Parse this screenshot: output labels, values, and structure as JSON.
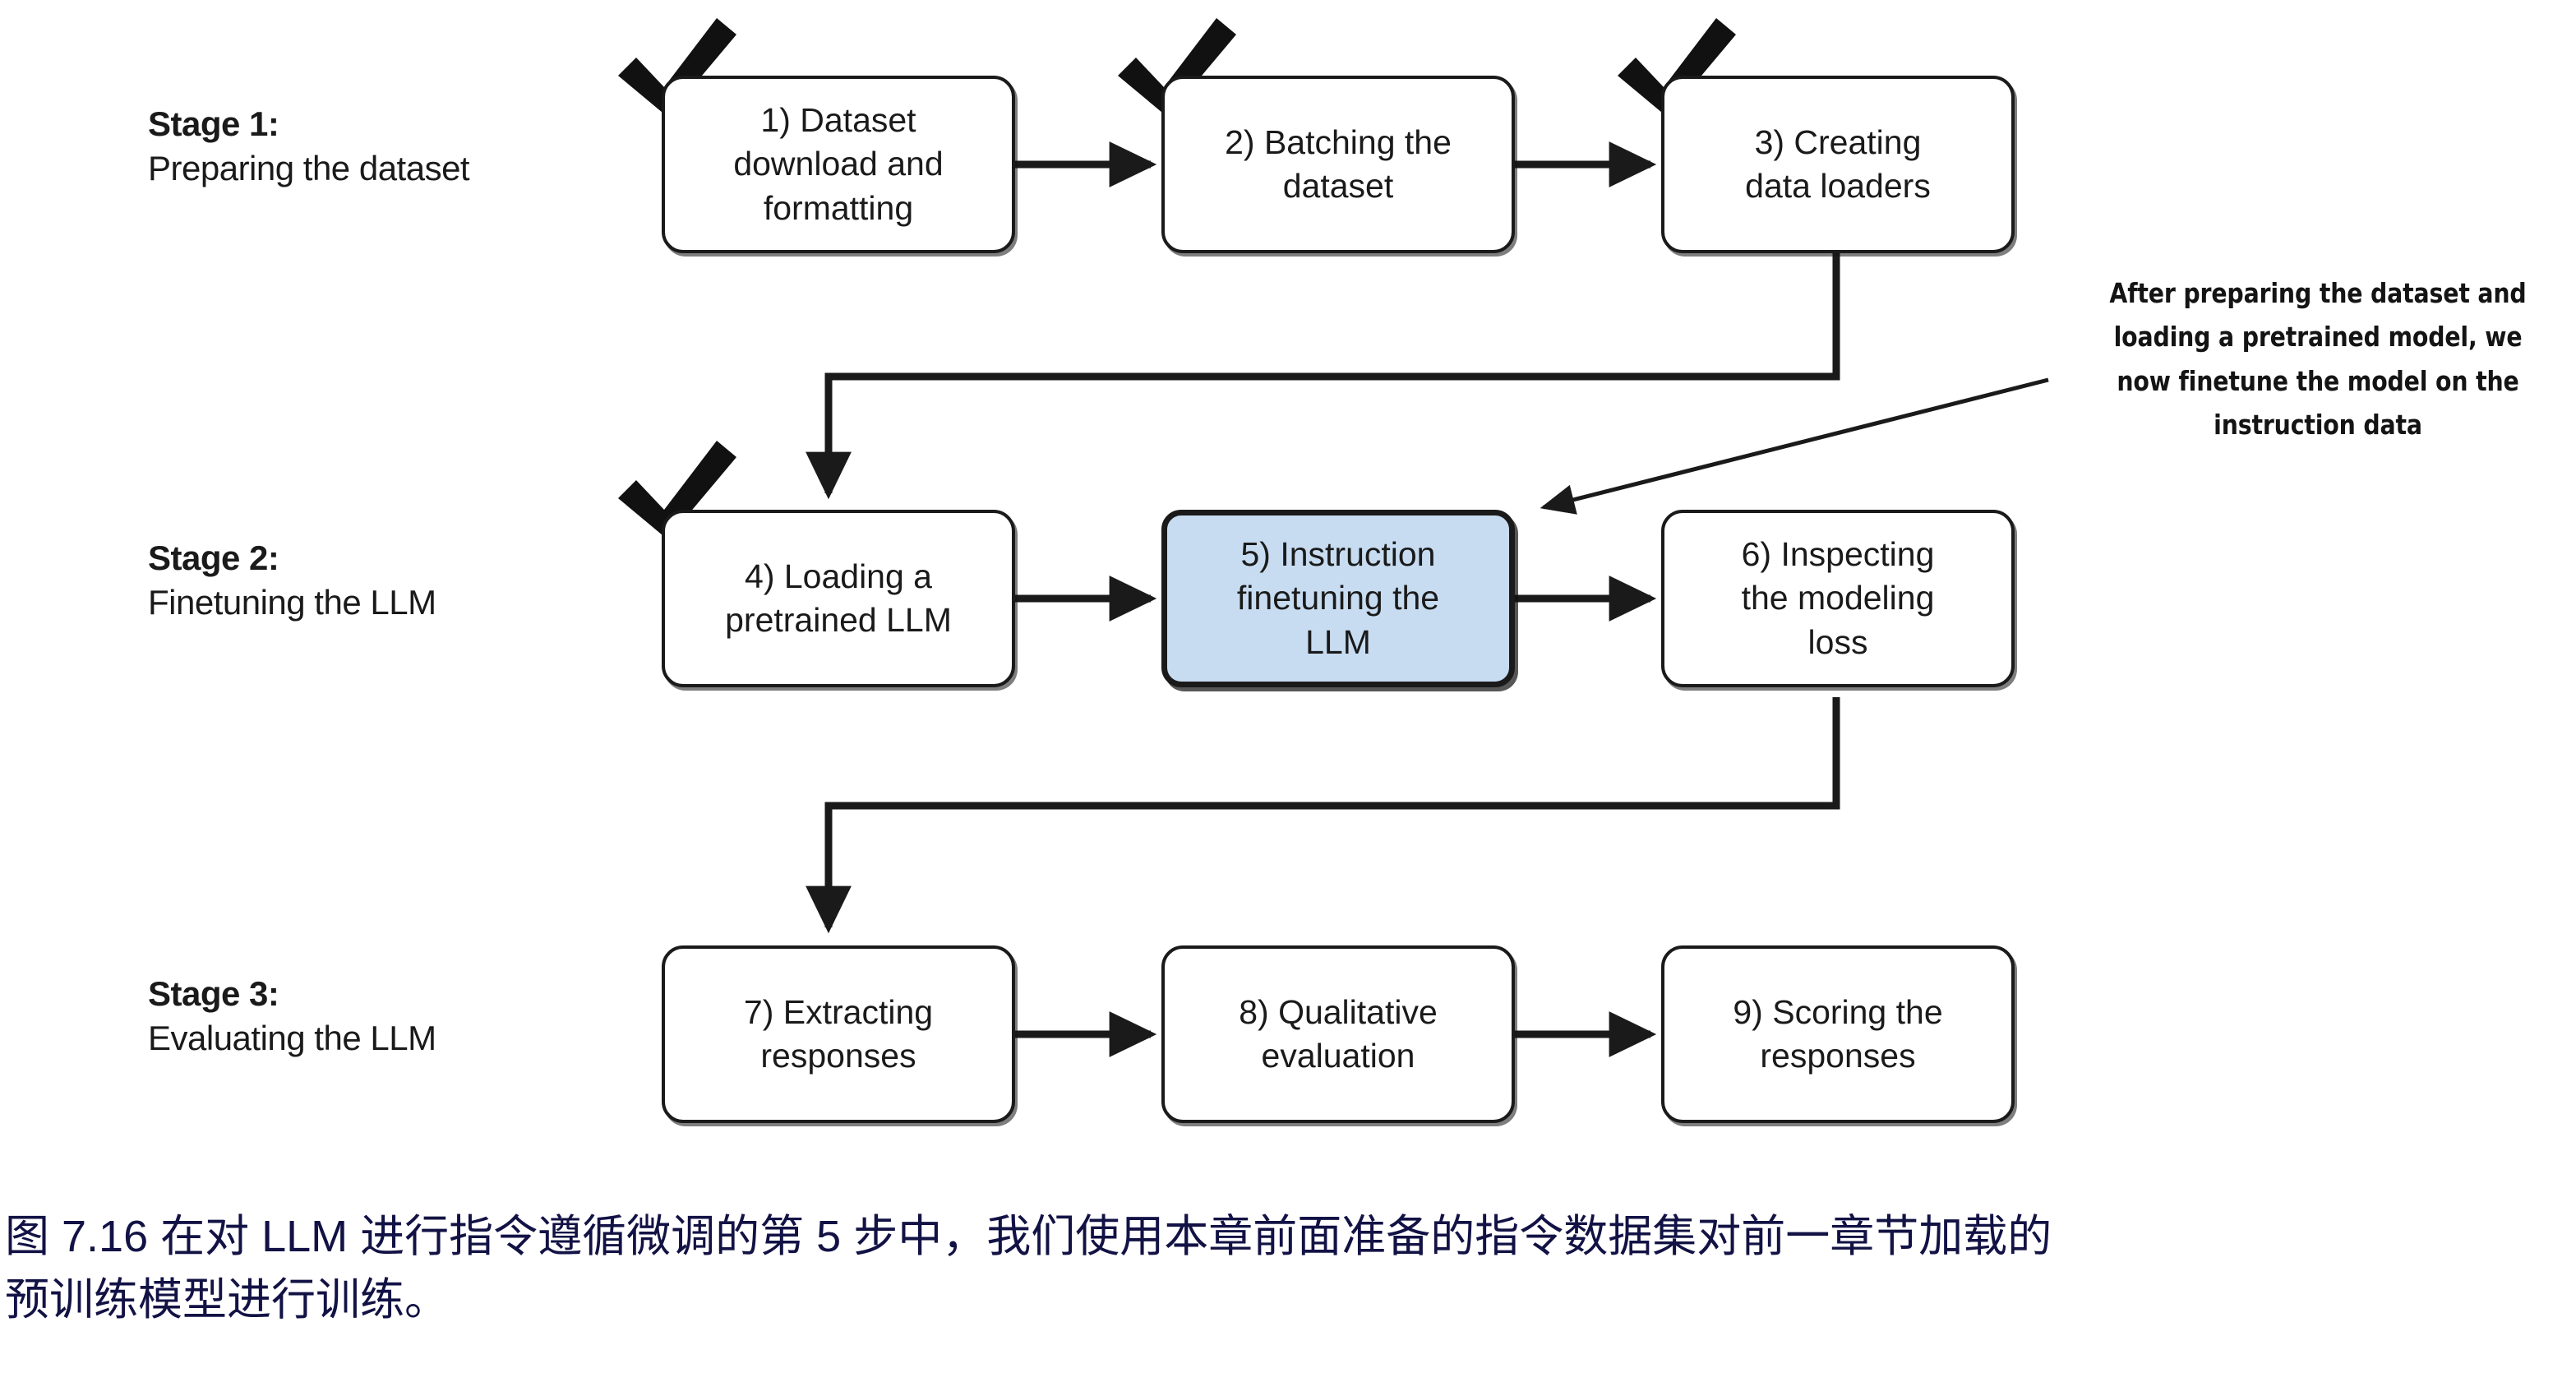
{
  "diagram": {
    "title": "Instruction finetuning stages flowchart",
    "accent_highlight_color": "#c7dcf1",
    "line_color": "#1a1a1a",
    "caption_color": "#121245",
    "stages": [
      {
        "id": "stage-1",
        "title": "Stage 1:",
        "subtitle": "Preparing the dataset"
      },
      {
        "id": "stage-2",
        "title": "Stage 2:",
        "subtitle": "Finetuning the LLM"
      },
      {
        "id": "stage-3",
        "title": "Stage 3:",
        "subtitle": "Evaluating the LLM"
      }
    ],
    "nodes": [
      {
        "id": "node-1",
        "number": "1)",
        "lines": [
          "1) Dataset",
          "download and",
          "formatting"
        ],
        "checked": true,
        "highlighted": false
      },
      {
        "id": "node-2",
        "number": "2)",
        "lines": [
          "2) Batching the",
          "dataset"
        ],
        "checked": true,
        "highlighted": false
      },
      {
        "id": "node-3",
        "number": "3)",
        "lines": [
          "3) Creating",
          "data loaders"
        ],
        "checked": true,
        "highlighted": false
      },
      {
        "id": "node-4",
        "number": "4)",
        "lines": [
          "4) Loading a",
          "pretrained LLM"
        ],
        "checked": true,
        "highlighted": false
      },
      {
        "id": "node-5",
        "number": "5)",
        "lines": [
          "5) Instruction",
          "finetuning the",
          "LLM"
        ],
        "checked": false,
        "highlighted": true
      },
      {
        "id": "node-6",
        "number": "6)",
        "lines": [
          "6) Inspecting",
          "the modeling",
          "loss"
        ],
        "checked": false,
        "highlighted": false
      },
      {
        "id": "node-7",
        "number": "7)",
        "lines": [
          "7) Extracting",
          "responses"
        ],
        "checked": false,
        "highlighted": false
      },
      {
        "id": "node-8",
        "number": "8)",
        "lines": [
          "8) Qualitative",
          "evaluation"
        ],
        "checked": false,
        "highlighted": false
      },
      {
        "id": "node-9",
        "number": "9)",
        "lines": [
          "9) Scoring the",
          "responses"
        ],
        "checked": false,
        "highlighted": false
      }
    ],
    "annotation": {
      "lines": [
        "After preparing the dataset and",
        "loading a pretrained model, we",
        "now finetune the model on the",
        "instruction data"
      ]
    },
    "caption": {
      "line1": "图 7.16 在对 LLM 进行指令遵循微调的第 5 步中，我们使用本章前面准备的指令数据集对前一章节加载的",
      "line2": "预训练模型进行训练。"
    }
  }
}
